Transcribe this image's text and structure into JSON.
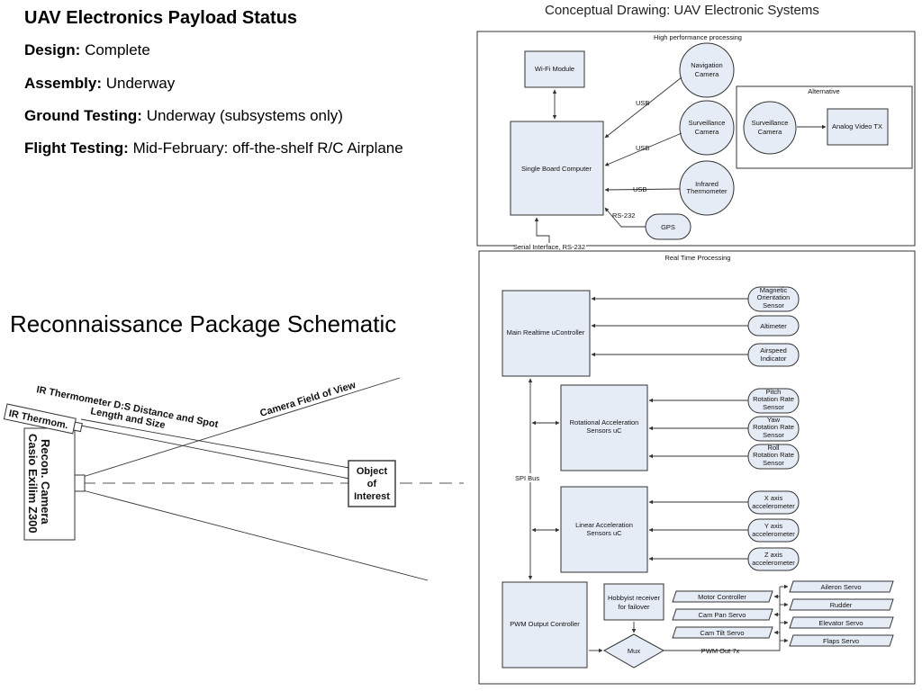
{
  "status": {
    "title": "UAV Electronics Payload Status",
    "rows": [
      {
        "label": "Design:",
        "value": "Complete"
      },
      {
        "label": "Assembly:",
        "value": "Underway"
      },
      {
        "label": "Ground Testing:",
        "value": "Underway (subsystems only)"
      },
      {
        "label": "Flight Testing:",
        "value": "Mid-February: off-the-shelf R/C Airplane"
      }
    ]
  },
  "schematic": {
    "title": "Reconnaissance Package Schematic",
    "ir_label": "IR Thermom.",
    "ir_desc_1": "IR Thermometer D:S Distance and Spot",
    "ir_desc_2": "Length and Size",
    "fov_label": "Camera Field of View",
    "camera_line1": "Recon. Camera",
    "camera_line2": "Casio Exilim Z300",
    "object_line1": "Object",
    "object_line2": "of",
    "object_line3": "Interest"
  },
  "concept": {
    "title": "Conceptual Drawing: UAV Electronic Systems",
    "hp_label": "High performance processing",
    "rt_label": "Real Time Processing",
    "alternative_label": "Alternative",
    "wifi": "Wi-Fi Module",
    "nav_cam_1": "Navigation",
    "nav_cam_2": "Camera",
    "surv_cam_1": "Surveillance",
    "surv_cam_2": "Camera",
    "alt_surv_1": "Surveillance",
    "alt_surv_2": "Camera",
    "analog_tx": "Analog Video TX",
    "sbc": "Single Board Computer",
    "ir_1": "Infrared",
    "ir_2": "Thermometer",
    "gps": "GPS",
    "usb": "USB",
    "rs232": "RS-232",
    "serial_iface": "Serial Interface, RS-232",
    "main_uc": "Main Realtime uController",
    "mag_1": "Magnetic",
    "mag_2": "Orientation",
    "mag_3": "Sensor",
    "altimeter": "Altimeter",
    "airspeed_1": "Airspeed",
    "airspeed_2": "Indicator",
    "rot_uc_1": "Rotational Acceleration",
    "rot_uc_2": "Sensors uC",
    "pitch_1": "Pitch",
    "pitch_2": "Rotation Rate",
    "pitch_3": "Sensor",
    "yaw_1": "Yaw",
    "yaw_2": "Rotation Rate",
    "yaw_3": "Sensor",
    "roll_1": "Roll",
    "roll_2": "Rotation Rate",
    "roll_3": "Sensor",
    "spi": "SPI Bus",
    "lin_uc_1": "Linear Acceleration",
    "lin_uc_2": "Sensors uC",
    "x_acc_1": "X axis",
    "x_acc_2": "accelerometer",
    "y_acc_1": "Y axis",
    "y_acc_2": "accelerometer",
    "z_acc_1": "Z axis",
    "z_acc_2": "accelerometer",
    "pwm": "PWM Output Controller",
    "hobby_1": "Hobbyist receiver",
    "hobby_2": "for failover",
    "mux": "Mux",
    "pwm_out": "PWM Out 7x",
    "motor": "Motor Controller",
    "cam_pan": "Cam Pan Servo",
    "cam_tilt": "Cam Tilt Servo",
    "aileron": "Aileron Servo",
    "rudder": "Rudder",
    "elevator": "Elevator Servo",
    "flaps": "Flaps Servo"
  }
}
